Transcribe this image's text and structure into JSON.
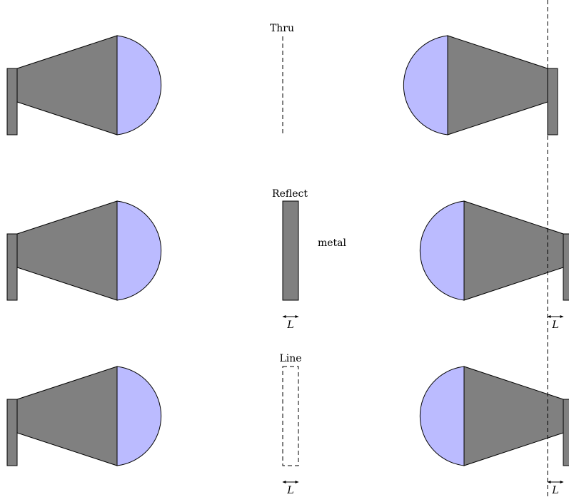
{
  "colors": {
    "horn": "#808080",
    "lens": "#bbbbff",
    "outline": "#000000",
    "background": "#ffffff"
  },
  "labels": {
    "thru": "Thru",
    "reflect": "Reflect",
    "metal": "metal",
    "line": "Line",
    "length_mid_reflect": "L",
    "length_right_reflect": "L",
    "length_mid_line": "L",
    "length_right_line": "L"
  }
}
